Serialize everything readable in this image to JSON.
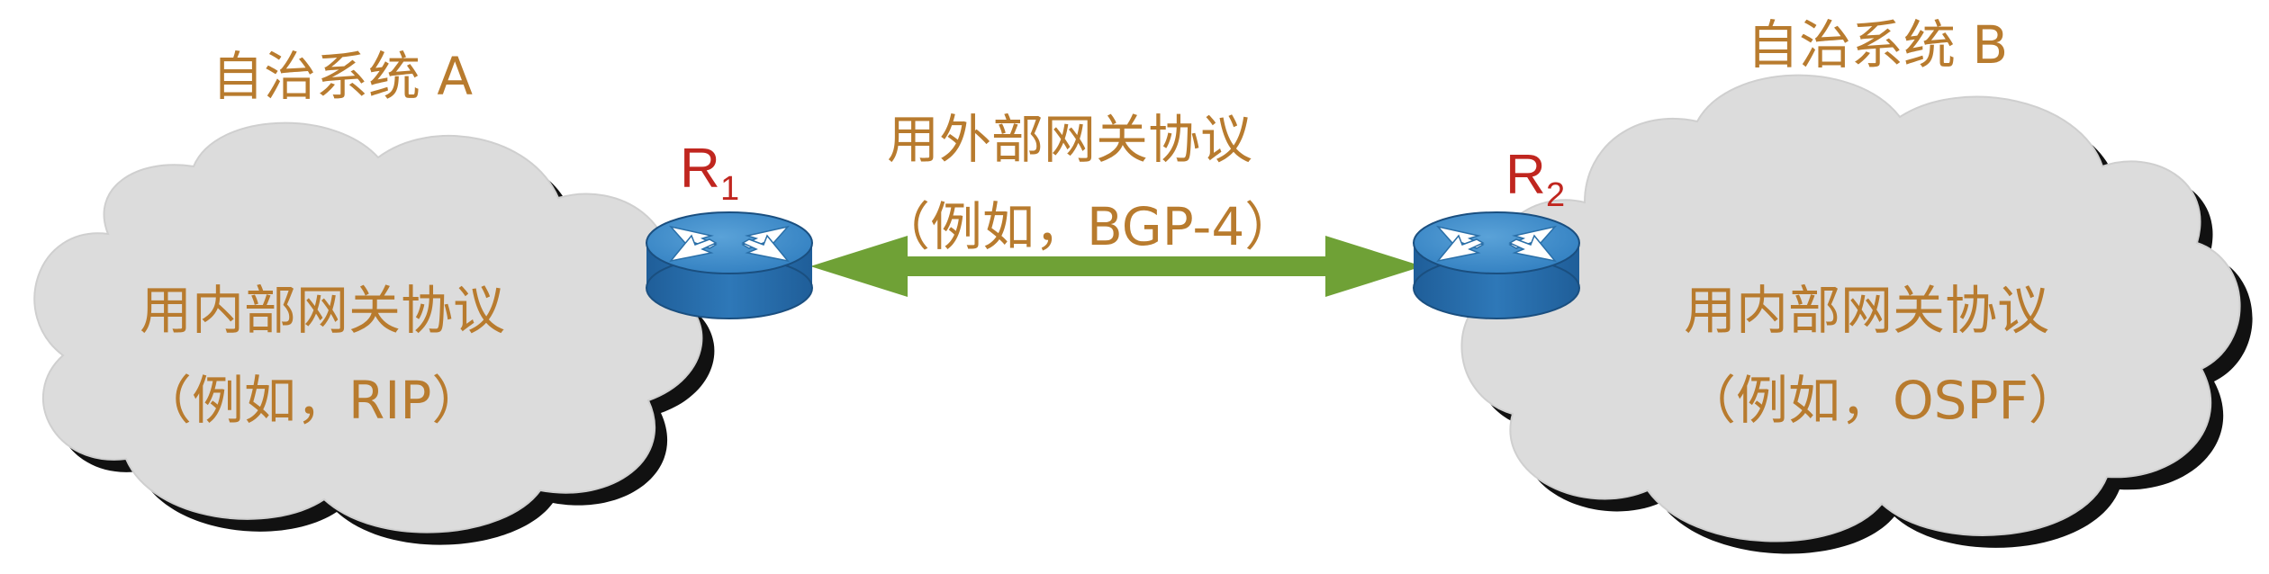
{
  "colors": {
    "text": "#B87B2E",
    "router_label": "#C0261F",
    "cloud_fill": "#DCDCDC",
    "cloud_shadow": "#111111",
    "arrow": "#6FA136",
    "router_top": "#3D8AC4",
    "router_side": "#2468A8"
  },
  "system_a": {
    "title": "自治系统 A",
    "protocol_line1": "用内部网关协议",
    "protocol_line2": "（例如，RIP）"
  },
  "system_b": {
    "title": "自治系统 B",
    "protocol_line1": "用内部网关协议",
    "protocol_line2": "（例如，OSPF）"
  },
  "routers": {
    "r1": {
      "letter": "R",
      "subscript": "1",
      "icon": "router-icon"
    },
    "r2": {
      "letter": "R",
      "subscript": "2",
      "icon": "router-icon"
    }
  },
  "link": {
    "line1": "用外部网关协议",
    "line2": "（例如，BGP-4）",
    "icon": "double-headed-arrow"
  }
}
